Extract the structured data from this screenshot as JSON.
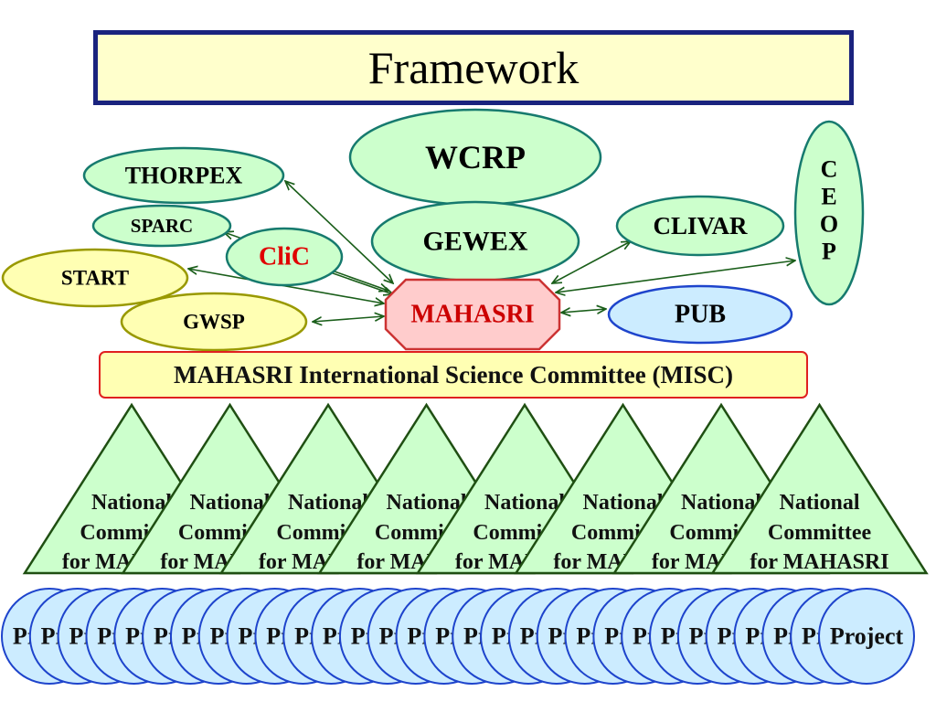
{
  "title": "Framework",
  "nodes": {
    "wcrp": "WCRP",
    "thorpex": "THORPEX",
    "sparc": "SPARC",
    "start": "START",
    "clic": "CliC",
    "gewex": "GEWEX",
    "gwsp": "GWSP",
    "clivar": "CLIVAR",
    "ceop": [
      "C",
      "E",
      "O",
      "P"
    ],
    "mahasri": "MAHASRI",
    "pub": "PUB"
  },
  "misc": "MAHASRI International Science Committee (MISC)",
  "national_committee_lines": [
    "National",
    "Committee",
    "for MAHASRI"
  ],
  "national_committee_count": 8,
  "project_label": "Project",
  "project_count": 30,
  "colors": {
    "green_fill": "#ccffcc",
    "green_stroke": "#167a6e",
    "yellow_fill": "#ffffb3",
    "yellow_stroke": "#999900",
    "red_fill": "#ffcccc",
    "red_stroke": "#cc3333",
    "blue_fill": "#ccecff",
    "blue_stroke": "#1e44cc",
    "clic_text": "#e00000",
    "mahasri_text": "#cc0000",
    "triangle_stroke": "#1f4f12",
    "arrow": "#1a5e1a",
    "title_fill": "#ffffcc",
    "title_border": "#1a237e"
  }
}
